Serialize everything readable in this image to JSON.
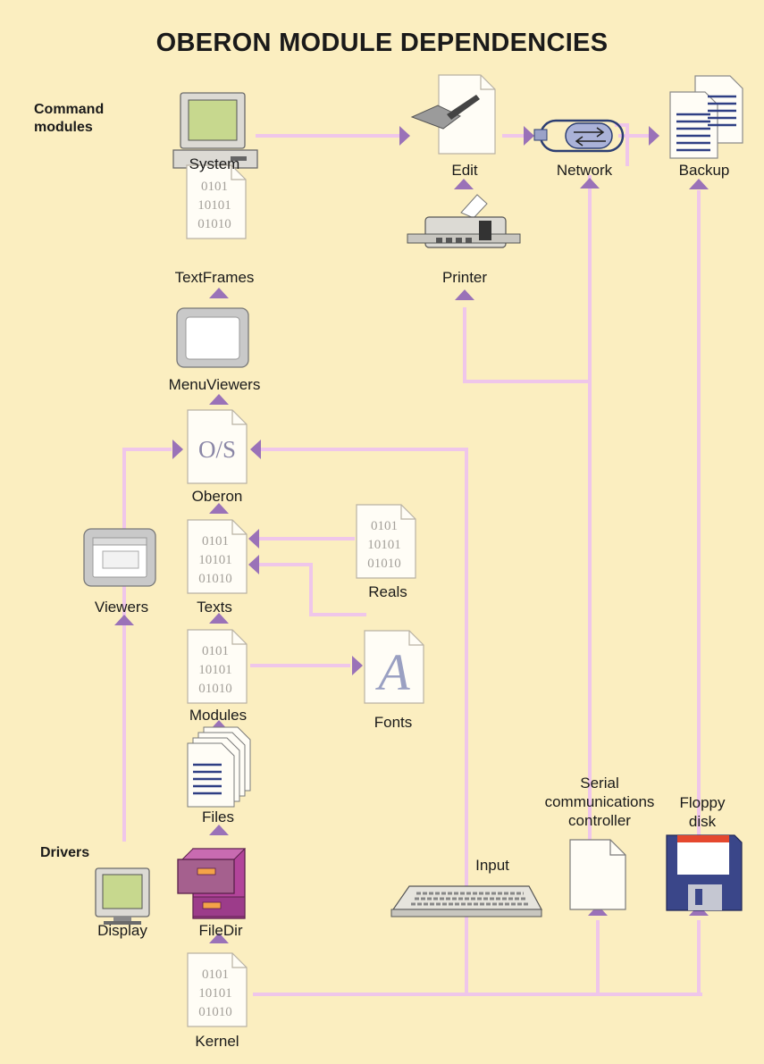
{
  "title": "OBERON MODULE DEPENDENCIES",
  "sections": {
    "command_modules": "Command modules",
    "drivers": "Drivers"
  },
  "nodes": {
    "system": "System",
    "edit": "Edit",
    "network": "Network",
    "backup": "Backup",
    "printer": "Printer",
    "textframes": "TextFrames",
    "menuviewers": "MenuViewers",
    "oberon": "Oberon",
    "viewers": "Viewers",
    "texts": "Texts",
    "reals": "Reals",
    "modules": "Modules",
    "fonts": "Fonts",
    "files": "Files",
    "display": "Display",
    "filedir": "FileDir",
    "kernel": "Kernel",
    "input": "Input",
    "serial": "Serial communications controller",
    "floppy": "Floppy disk"
  },
  "icon_text": {
    "binary_lines": [
      "0101",
      "10101",
      "01010"
    ],
    "os": "O/S",
    "font_glyph": "A"
  },
  "colors": {
    "background": "#fbeec0",
    "connector": "#efc6ea",
    "arrow": "#9a72b8",
    "cabinet": "#b2449a"
  }
}
